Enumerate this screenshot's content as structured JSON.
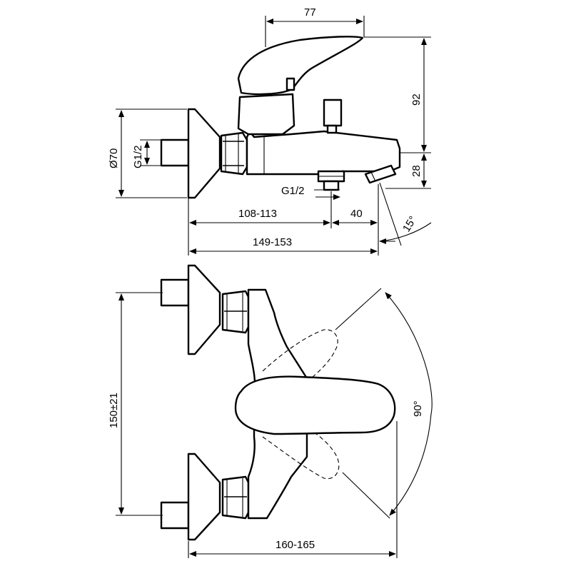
{
  "dimensions": {
    "top_width": "77",
    "height_92": "92",
    "height_28": "28",
    "diameter": "Ø70",
    "inlet_thread": "G1/2",
    "outlet_thread": "G1/2",
    "wall_to_outlet": "108-113",
    "outlet_offset": "40",
    "wall_to_spout": "149-153",
    "spout_angle": "15°",
    "centers": "150±21",
    "lever_rotation": "90°",
    "total_width": "160-165"
  }
}
